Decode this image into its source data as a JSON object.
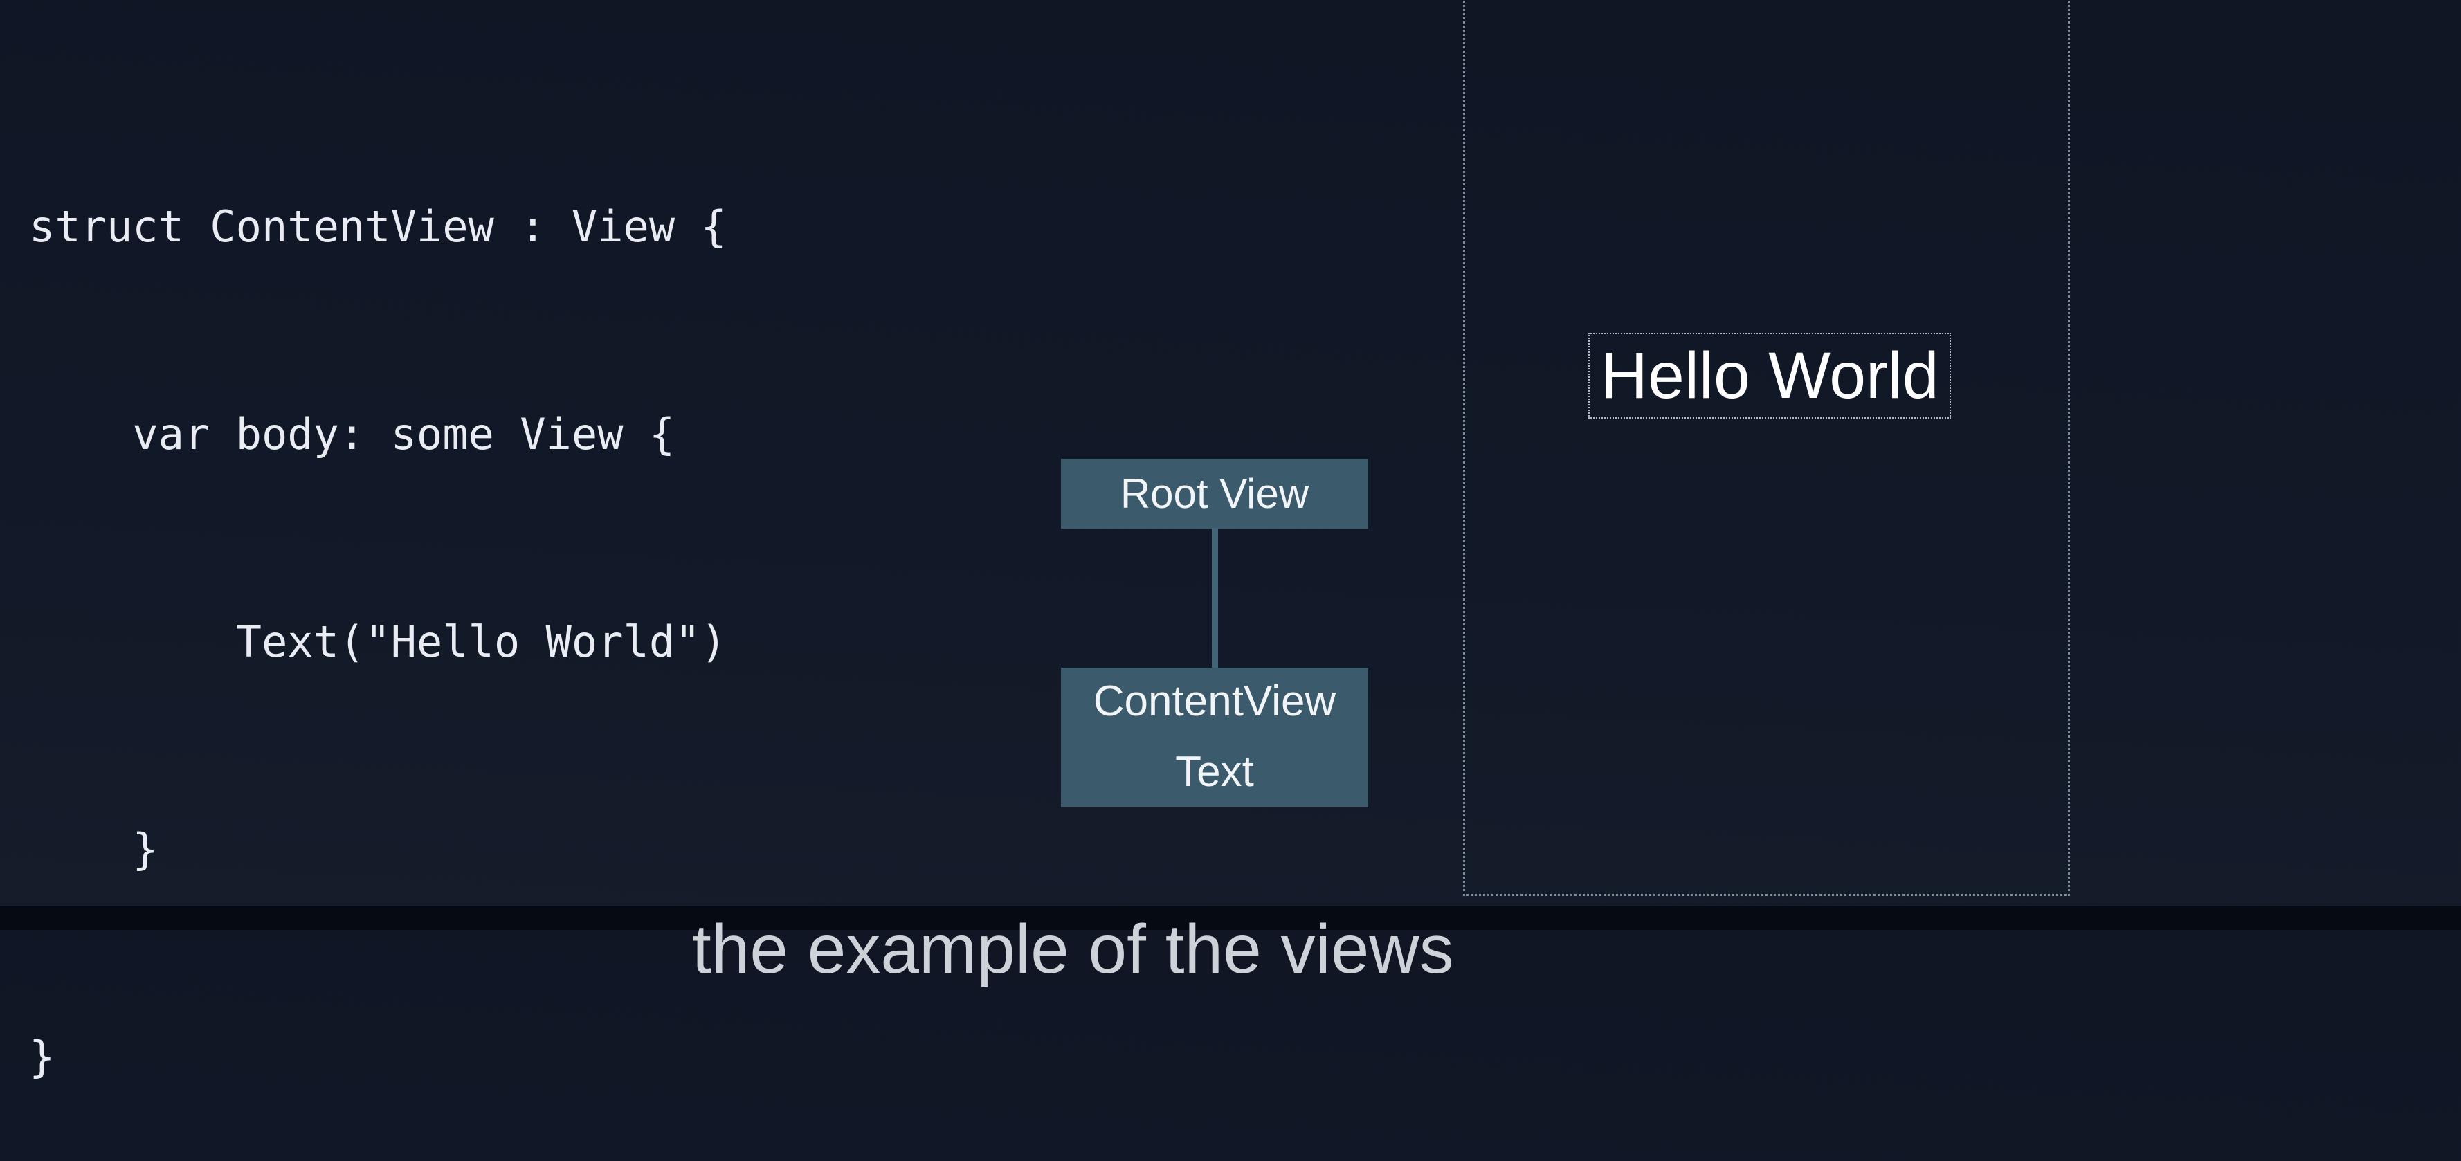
{
  "slide": {
    "background_color": "#111827",
    "bottom_bar_color": "#060a12"
  },
  "code": {
    "text_color": "#e9ecf2",
    "lines": [
      "struct ContentView : View {",
      "    var body: some View {",
      "        Text(\"Hello World\")",
      "    }",
      "}"
    ]
  },
  "diagram": {
    "node_color": "#3b5a6c",
    "connector_color": "#416476",
    "text_color": "#f2f5f8",
    "root_node": {
      "label": "Root View"
    },
    "child_node": {
      "labels": [
        "ContentView",
        "Text"
      ]
    }
  },
  "preview": {
    "frame_border_color": "#828b9b",
    "text_box": {
      "label": "Hello World",
      "border_color": "#b3bac6",
      "text_color": "#ffffff"
    }
  },
  "caption": {
    "text": "the example of the views",
    "text_color": "#cdd2d9"
  }
}
